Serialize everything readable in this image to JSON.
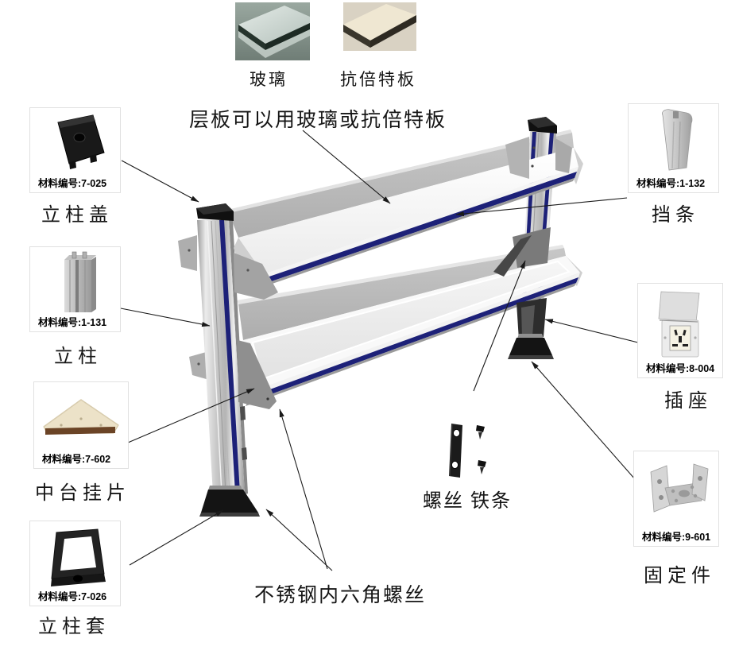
{
  "note": "层板可以用玻璃或抗倍特板",
  "materials": {
    "glass_label": "玻璃",
    "laminate_label": "抗倍特板"
  },
  "parts_left": [
    {
      "name": "立柱盖",
      "code": "材料编号:7-025"
    },
    {
      "name": "立柱",
      "code": "材料编号:1-131"
    },
    {
      "name": "中台挂片",
      "code": "材料编号:7-602"
    },
    {
      "name": "立柱套",
      "code": "材料编号:7-026"
    }
  ],
  "parts_right": [
    {
      "name": "挡条",
      "code": "材料编号:1-132"
    },
    {
      "name": "插座",
      "code": "材料编号:8-004"
    },
    {
      "name": "固定件",
      "code": "材料编号:9-601"
    }
  ],
  "center": {
    "screws_bar_label": "螺丝 铁条",
    "hex_screws_label": "不锈钢内六角螺丝"
  },
  "colors": {
    "accent_navy": "#1d2178",
    "part_black": "#141414",
    "metal_gray": "#c9c9c9",
    "callout_line": "#222222"
  }
}
